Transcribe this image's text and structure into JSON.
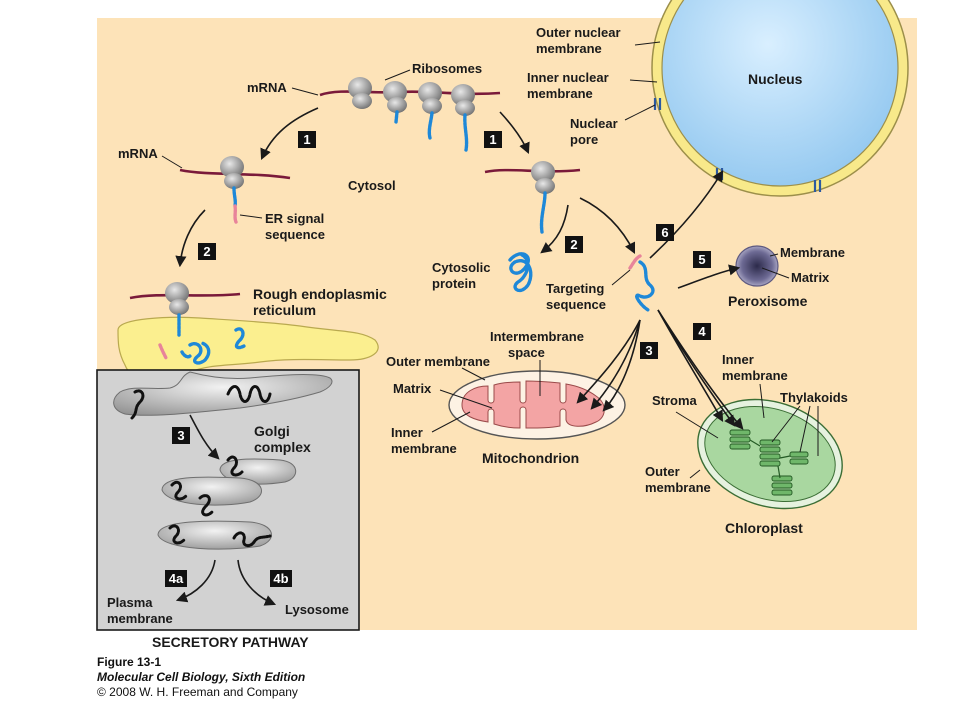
{
  "labels": {
    "outer_nuclear_membrane": [
      "Outer nuclear",
      "membrane"
    ],
    "inner_nuclear_membrane": [
      "Inner nuclear",
      "membrane"
    ],
    "nuclear_pore": [
      "Nuclear",
      "pore"
    ],
    "nucleus": "Nucleus",
    "ribosomes": "Ribosomes",
    "mrna_top": "mRNA",
    "mrna_left": "mRNA",
    "cytosol": "Cytosol",
    "er_signal_sequence": [
      "ER signal",
      "sequence"
    ],
    "rough_er": [
      "Rough endoplasmic",
      "reticulum"
    ],
    "cytosolic_protein": [
      "Cytosolic",
      "protein"
    ],
    "targeting_sequence": [
      "Targeting",
      "sequence"
    ],
    "membrane_perox": "Membrane",
    "matrix_perox": "Matrix",
    "peroxisome": "Peroxisome",
    "intermembrane_space": [
      "Intermembrane",
      "space"
    ],
    "outer_membrane_mito": "Outer membrane",
    "matrix_mito": "Matrix",
    "inner_membrane_mito": [
      "Inner",
      "membrane"
    ],
    "mitochondrion": "Mitochondrion",
    "inner_membrane_chloro": [
      "Inner",
      "membrane"
    ],
    "stroma": "Stroma",
    "thylakoids": "Thylakoids",
    "outer_membrane_chloro": [
      "Outer",
      "membrane"
    ],
    "chloroplast": "Chloroplast",
    "golgi_complex": [
      "Golgi",
      "complex"
    ],
    "plasma_membrane": [
      "Plasma",
      "membrane"
    ],
    "lysosome": "Lysosome",
    "secretory_pathway": "SECRETORY PATHWAY"
  },
  "steps": {
    "s1_left": "1",
    "s1_right": "1",
    "s2_left": "2",
    "s2_right": "2",
    "s3_golgi": "3",
    "s3_mito": "3",
    "s4_chloro": "4",
    "s4a": "4a",
    "s4b": "4b",
    "s5": "5",
    "s6": "6"
  },
  "caption": {
    "figure": "Figure 13-1",
    "book": "Molecular Cell Biology, Sixth Edition",
    "copyright": "© 2008 W. H. Freeman and Company"
  },
  "colors": {
    "cytosol_bg": "#fde3b8",
    "nucleus": "#a8d4f4",
    "nuclear_envelope": "#f4e47a",
    "er": "#fbef8f",
    "golgi": "#b8b8b8",
    "secretory_bg": "#d2d2d2",
    "mitochondrion": "#f3a4a4",
    "chloroplast": "#a9d7a0",
    "peroxisome": "#b5b0cc",
    "badge": "#111111"
  }
}
